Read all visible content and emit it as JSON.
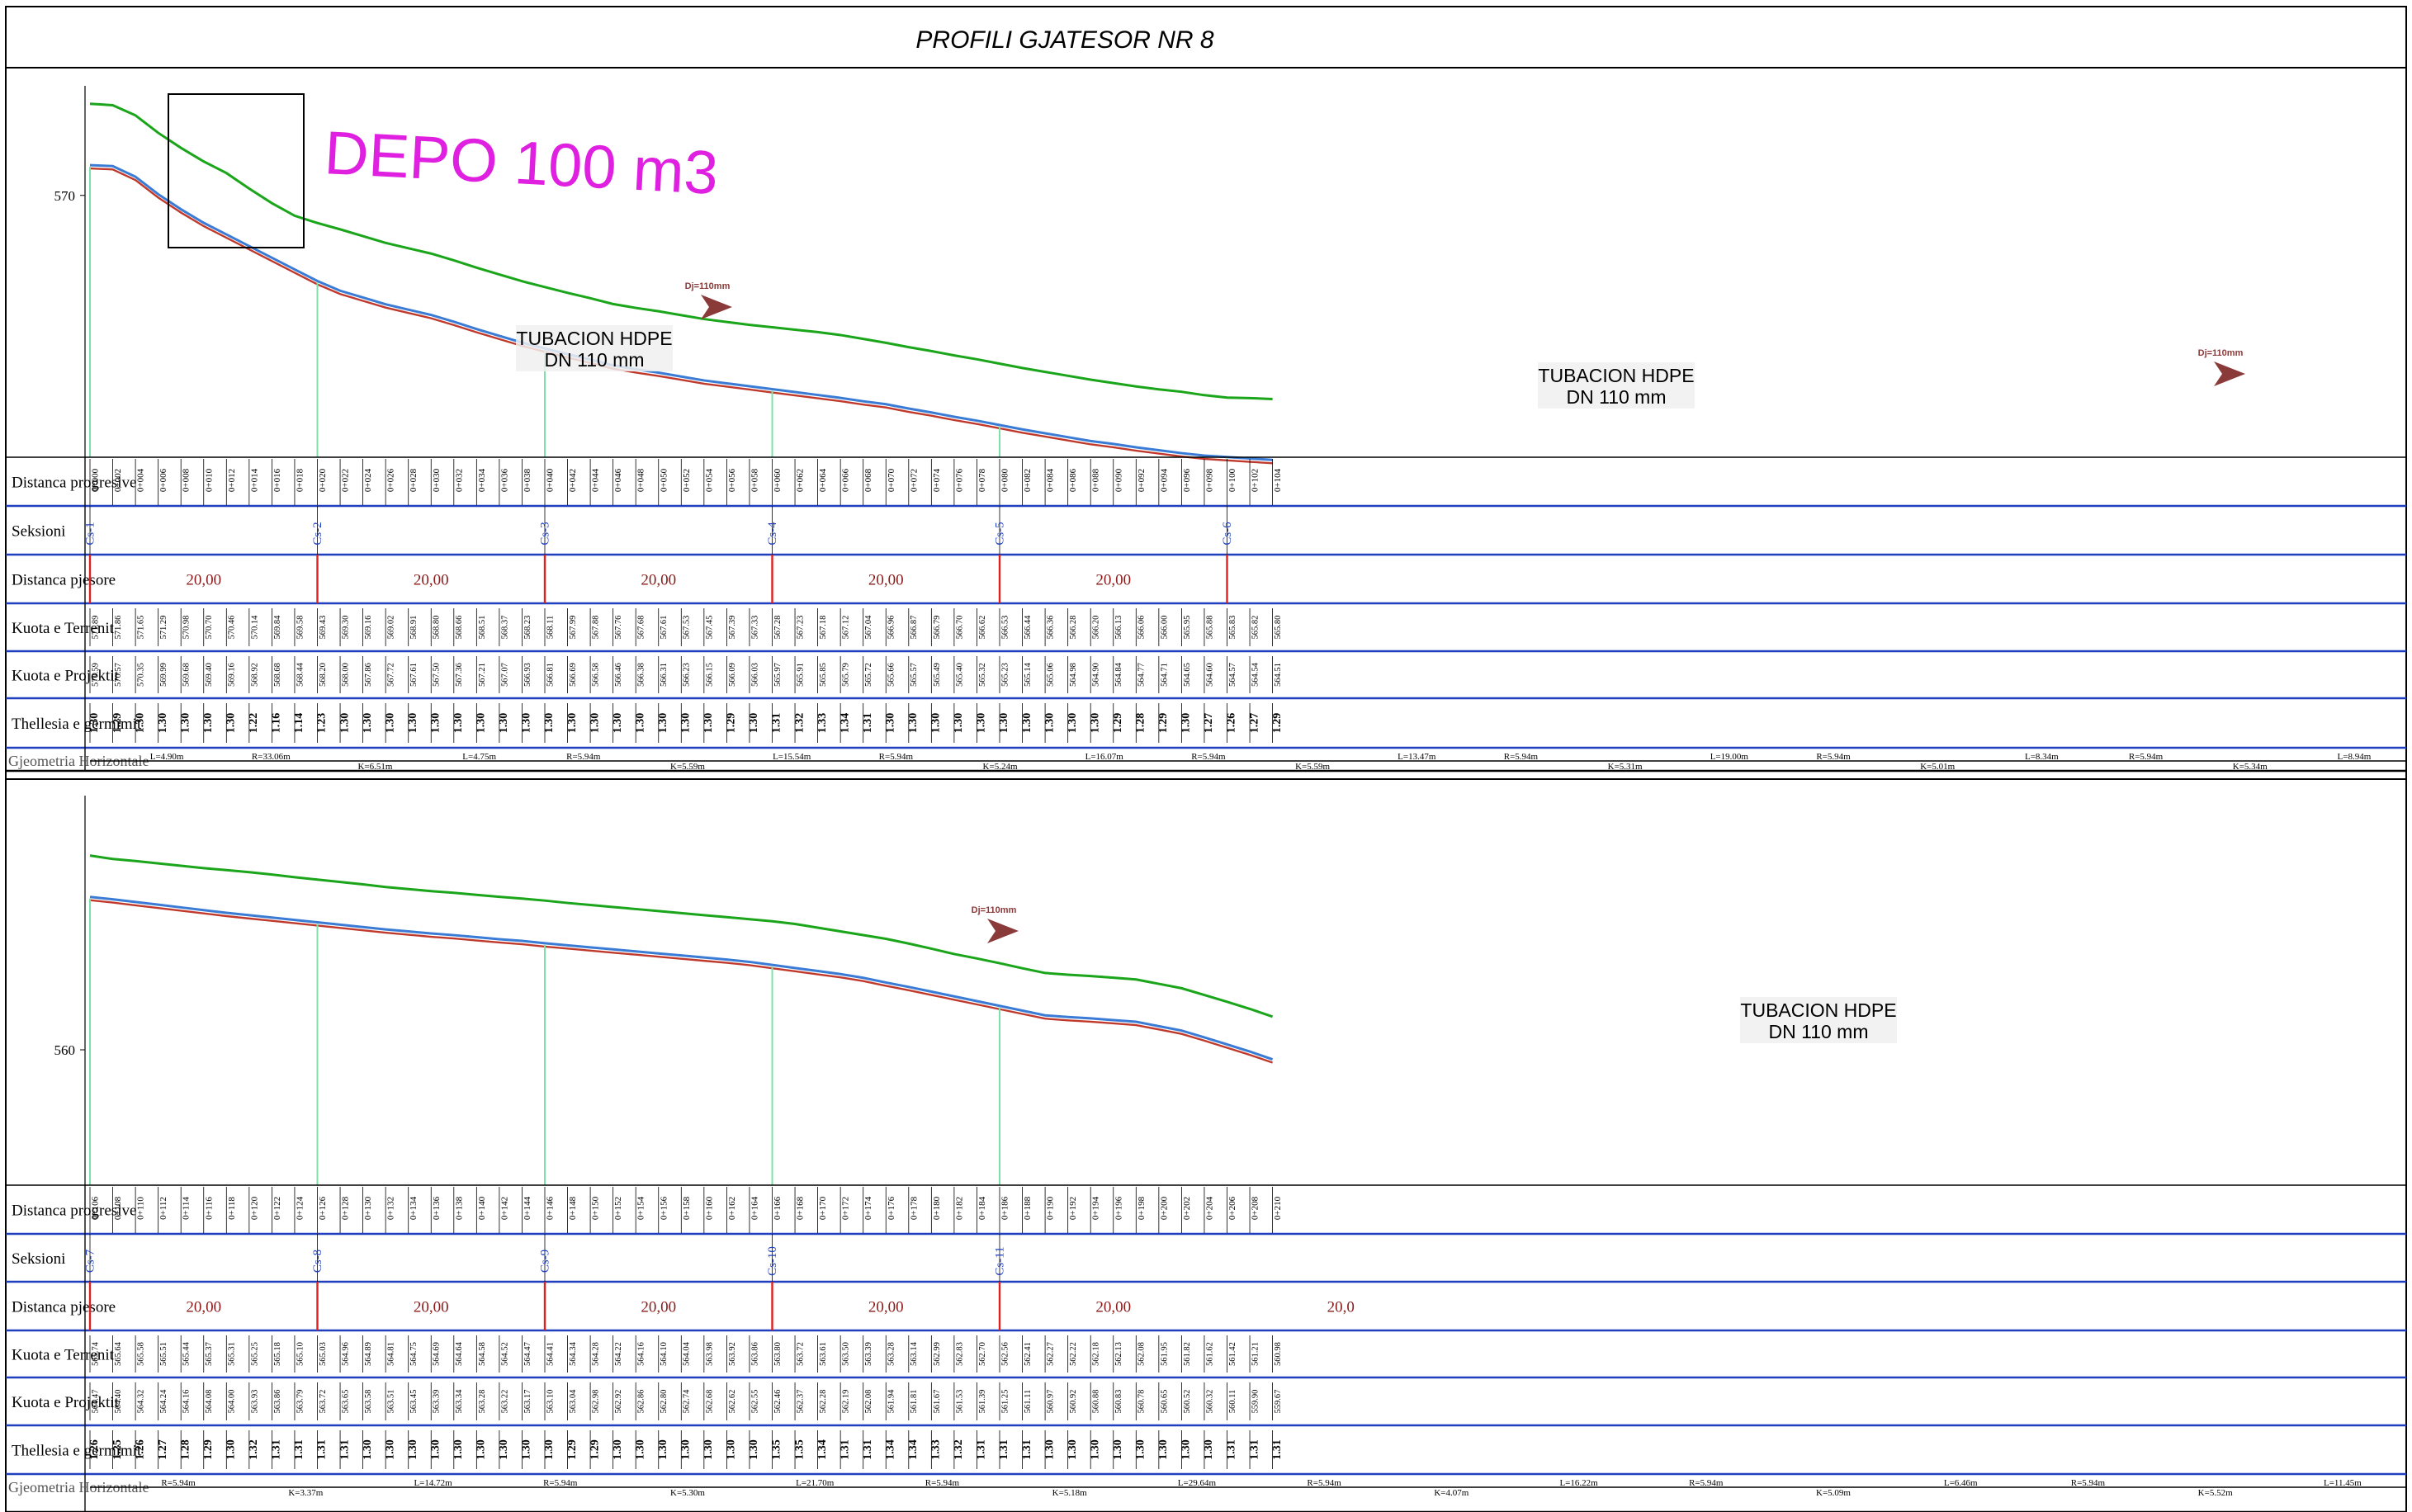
{
  "title": "PROFILI GJATESOR NR 8",
  "depo_label": "DEPO 100 m3",
  "pipe_note": {
    "line1": "TUBACION HDPE",
    "line2": "DN 110 mm"
  },
  "diameter_label": "Dj=110mm",
  "row_labels": {
    "distanca_progresive": "Distanca progresive",
    "seksioni": "Seksioni",
    "distanca_pjesore": "Distanca pjesore",
    "kuota_terrenit": "Kuota e Terrenit",
    "kuota_projektit": "Kuota e Projektit",
    "thellesia": "Thellesia e germimit",
    "gjeometria": "Gjeometria Horizontale"
  },
  "colors": {
    "terrain": "#1aa51a",
    "pipe_top": "#3a7bd5",
    "pipe_bottom": "#c0392b",
    "band_line": "#1f3fbf",
    "section_marker": "#e02020",
    "section_text": "#1f3fbf",
    "depo": "#e020e0",
    "arrow": "#8b3a3a"
  },
  "panels": [
    {
      "elev_tick": "570",
      "chainage_labels": [
        "0+002",
        "0+004",
        "0+006",
        "0+008",
        "0+010",
        "0+012",
        "0+014",
        "0+016",
        "0+018",
        "0+020",
        "0+022",
        "0+024",
        "0+026",
        "0+028",
        "0+030",
        "0+032",
        "0+034",
        "0+036",
        "0+038",
        "0+040",
        "0+042",
        "0+044",
        "0+046",
        "0+048",
        "0+050",
        "0+052",
        "0+054",
        "0+056",
        "0+058",
        "0+060",
        "0+062",
        "0+064",
        "0+066",
        "0+068",
        "0+070",
        "0+072",
        "0+074",
        "0+076",
        "0+078",
        "0+080",
        "0+082",
        "0+084",
        "0+086",
        "0+088",
        "0+090",
        "0+092",
        "0+094",
        "0+096",
        "0+098",
        "0+100",
        "0+102",
        "0+104"
      ],
      "sections": [
        "Cs-1",
        "Cs-2",
        "Cs-3",
        "Cs-4",
        "Cs-5",
        "Cs-6"
      ],
      "partial_distances": [
        "20,00",
        "20,00",
        "20,00",
        "20,00",
        "20,00"
      ],
      "terrain": [
        "571.89",
        "571.86",
        "571.65",
        "571.29",
        "570.98",
        "570.70",
        "570.46",
        "570.14",
        "569.84",
        "569.58",
        "569.43",
        "569.30",
        "569.16",
        "569.02",
        "568.91",
        "568.80",
        "568.66",
        "568.51",
        "568.37",
        "568.23",
        "568.11",
        "567.99",
        "567.88",
        "567.76",
        "567.68",
        "567.61",
        "567.53",
        "567.45",
        "567.39",
        "567.33",
        "567.28",
        "567.23",
        "567.18",
        "567.12",
        "567.04",
        "566.96",
        "566.87",
        "566.79",
        "566.70",
        "566.62",
        "566.53",
        "566.44",
        "566.36",
        "566.28",
        "566.20",
        "566.13",
        "566.06",
        "566.00",
        "565.95",
        "565.88",
        "565.83",
        "565.82",
        "565.80"
      ],
      "design": [
        "570.59",
        "570.57",
        "570.35",
        "569.99",
        "569.68",
        "569.40",
        "569.16",
        "568.92",
        "568.68",
        "568.44",
        "568.20",
        "568.00",
        "567.86",
        "567.72",
        "567.61",
        "567.50",
        "567.36",
        "567.21",
        "567.07",
        "566.93",
        "566.81",
        "566.69",
        "566.58",
        "566.46",
        "566.38",
        "566.31",
        "566.23",
        "566.15",
        "566.09",
        "566.03",
        "565.97",
        "565.91",
        "565.85",
        "565.79",
        "565.72",
        "565.66",
        "565.57",
        "565.49",
        "565.40",
        "565.32",
        "565.23",
        "565.14",
        "565.06",
        "564.98",
        "564.90",
        "564.84",
        "564.77",
        "564.71",
        "564.65",
        "564.60",
        "564.57",
        "564.54",
        "564.51"
      ],
      "depth": [
        "1.30",
        "1.29",
        "1.30",
        "1.30",
        "1.30",
        "1.30",
        "1.30",
        "1.22",
        "1.16",
        "1.14",
        "1.23",
        "1.30",
        "1.30",
        "1.30",
        "1.30",
        "1.30",
        "1.30",
        "1.30",
        "1.30",
        "1.30",
        "1.30",
        "1.30",
        "1.30",
        "1.30",
        "1.30",
        "1.30",
        "1.30",
        "1.30",
        "1.29",
        "1.30",
        "1.31",
        "1.32",
        "1.33",
        "1.34",
        "1.31",
        "1.30",
        "1.30",
        "1.30",
        "1.30",
        "1.30",
        "1.30",
        "1.30",
        "1.30",
        "1.30",
        "1.30",
        "1.29",
        "1.28",
        "1.29",
        "1.30",
        "1.27",
        "1.26",
        "1.27",
        "1.29"
      ],
      "geometry": [
        "L=4.90m",
        "R=33.06m",
        "K=6.51m",
        "L=4.75m",
        "R=5.94m",
        "K=5.59m",
        "L=15.54m",
        "R=5.94m",
        "K=5.24m",
        "L=16.07m",
        "R=5.94m",
        "K=5.59m",
        "L=13.47m",
        "R=5.94m",
        "K=5.31m",
        "L=19.00m",
        "R=5.94m",
        "K=5.01m",
        "L=8.34m",
        "R=5.94m",
        "K=5.34m",
        "L=8.94m"
      ]
    },
    {
      "elev_tick": "560",
      "chainage_labels": [
        "0+106",
        "0+108",
        "0+110",
        "0+112",
        "0+114",
        "0+116",
        "0+118",
        "0+120",
        "0+122",
        "0+124",
        "0+126",
        "0+128",
        "0+130",
        "0+132",
        "0+134",
        "0+136",
        "0+138",
        "0+140",
        "0+142",
        "0+144",
        "0+146",
        "0+148",
        "0+150",
        "0+152",
        "0+154",
        "0+156",
        "0+158",
        "0+160",
        "0+162",
        "0+164",
        "0+166",
        "0+168",
        "0+170",
        "0+172",
        "0+174",
        "0+176",
        "0+178",
        "0+180",
        "0+182",
        "0+184",
        "0+186",
        "0+188",
        "0+190",
        "0+192",
        "0+194",
        "0+196",
        "0+198",
        "0+200",
        "0+202",
        "0+204",
        "0+206",
        "0+208",
        "0+210"
      ],
      "sections": [
        "Cs-7",
        "Cs-8",
        "Cs-9",
        "Cs-10",
        "Cs-11"
      ],
      "partial_distances": [
        "20,00",
        "20,00",
        "20,00",
        "20,00",
        "20,00",
        "20,0"
      ],
      "terrain": [
        "565.74",
        "565.64",
        "565.58",
        "565.51",
        "565.44",
        "565.37",
        "565.31",
        "565.25",
        "565.18",
        "565.10",
        "565.03",
        "564.96",
        "564.89",
        "564.81",
        "564.75",
        "564.69",
        "564.64",
        "564.58",
        "564.52",
        "564.47",
        "564.41",
        "564.34",
        "564.28",
        "564.22",
        "564.16",
        "564.10",
        "564.04",
        "563.98",
        "563.92",
        "563.86",
        "563.80",
        "563.72",
        "563.61",
        "563.50",
        "563.39",
        "563.28",
        "563.14",
        "562.99",
        "562.83",
        "562.70",
        "562.56",
        "562.41",
        "562.27",
        "562.22",
        "562.18",
        "562.13",
        "562.08",
        "561.95",
        "561.82",
        "561.62",
        "561.42",
        "561.21",
        "560.98"
      ],
      "design": [
        "564.47",
        "564.40",
        "564.32",
        "564.24",
        "564.16",
        "564.08",
        "564.00",
        "563.93",
        "563.86",
        "563.79",
        "563.72",
        "563.65",
        "563.58",
        "563.51",
        "563.45",
        "563.39",
        "563.34",
        "563.28",
        "563.22",
        "563.17",
        "563.10",
        "563.04",
        "562.98",
        "562.92",
        "562.86",
        "562.80",
        "562.74",
        "562.68",
        "562.62",
        "562.55",
        "562.46",
        "562.37",
        "562.28",
        "562.19",
        "562.08",
        "561.94",
        "561.81",
        "561.67",
        "561.53",
        "561.39",
        "561.25",
        "561.11",
        "560.97",
        "560.92",
        "560.88",
        "560.83",
        "560.78",
        "560.65",
        "560.52",
        "560.32",
        "560.11",
        "559.90",
        "559.67"
      ],
      "depth": [
        "1.26",
        "1.25",
        "1.26",
        "1.27",
        "1.28",
        "1.29",
        "1.30",
        "1.32",
        "1.31",
        "1.31",
        "1.31",
        "1.31",
        "1.30",
        "1.30",
        "1.30",
        "1.30",
        "1.30",
        "1.30",
        "1.30",
        "1.30",
        "1.30",
        "1.29",
        "1.29",
        "1.30",
        "1.30",
        "1.30",
        "1.30",
        "1.30",
        "1.30",
        "1.30",
        "1.35",
        "1.35",
        "1.34",
        "1.31",
        "1.31",
        "1.34",
        "1.34",
        "1.33",
        "1.32",
        "1.31",
        "1.31",
        "1.31",
        "1.30",
        "1.30",
        "1.30",
        "1.30",
        "1.30",
        "1.30",
        "1.30",
        "1.30",
        "1.31",
        "1.31",
        "1.31"
      ],
      "geometry": [
        "R=5.94m",
        "K=3.37m",
        "L=14.72m",
        "R=5.94m",
        "K=5.30m",
        "L=21.70m",
        "R=5.94m",
        "K=5.18m",
        "L=29.64m",
        "R=5.94m",
        "K=4.07m",
        "L=16.22m",
        "R=5.94m",
        "K=5.09m",
        "L=6.46m",
        "R=5.94m",
        "K=5.52m",
        "L=11.45m"
      ]
    }
  ]
}
